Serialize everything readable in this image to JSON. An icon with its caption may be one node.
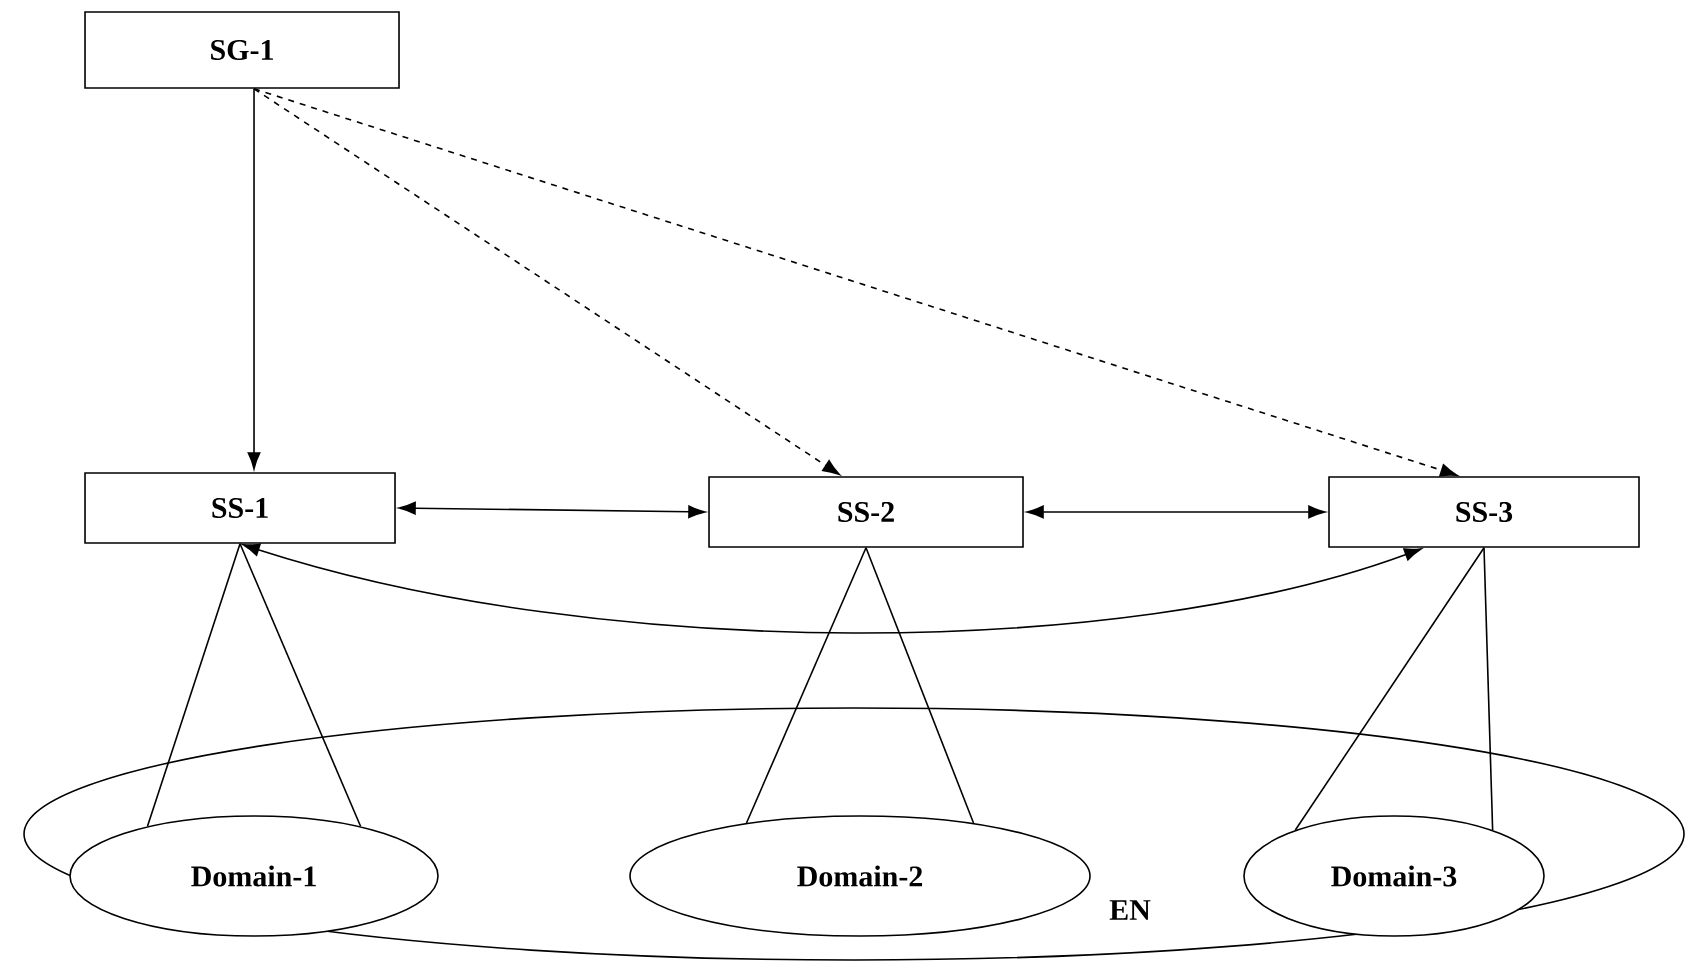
{
  "diagram": {
    "nodes": [
      {
        "text": [
          "SG-1"
        ]
      },
      {
        "text": [
          "SS-1"
        ]
      },
      {
        "text": [
          "SS-2"
        ]
      },
      {
        "text": [
          "SS-3"
        ]
      },
      {
        "text": [
          "EN"
        ]
      },
      {
        "text": [
          "Domain-1"
        ],
        "in": 4
      },
      {
        "text": [
          "Domain-2"
        ],
        "in": 4
      },
      {
        "text": [
          "Domain-3"
        ],
        "in": 4
      }
    ],
    "edges": [
      {
        "from": 0,
        "to": 1,
        "arrow": "to"
      },
      {
        "from": 0,
        "to": 2,
        "arrow": "to",
        "style": "dashed"
      },
      {
        "from": 0,
        "to": 3,
        "arrow": "to",
        "style": "dashed"
      },
      {
        "from": 1,
        "to": 2,
        "arrow": "both"
      },
      {
        "from": 2,
        "to": 3,
        "arrow": "both"
      },
      {
        "from": 1,
        "to": 3,
        "arrow": "both"
      },
      {
        "from": 1,
        "to": 5,
        "arrow": "none"
      },
      {
        "from": 1,
        "to": 5,
        "arrow": "none"
      },
      {
        "from": 2,
        "to": 6,
        "arrow": "none"
      },
      {
        "from": 2,
        "to": 6,
        "arrow": "none"
      },
      {
        "from": 3,
        "to": 7,
        "arrow": "none"
      },
      {
        "from": 3,
        "to": 7,
        "arrow": "none"
      }
    ]
  }
}
